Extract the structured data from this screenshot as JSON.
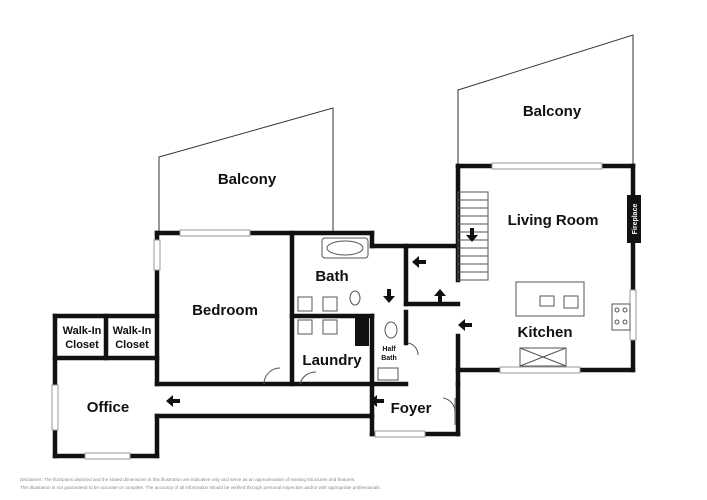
{
  "rooms": {
    "balcony_left": "Balcony",
    "balcony_right": "Balcony",
    "bedroom": "Bedroom",
    "bath": "Bath",
    "living_room": "Living Room",
    "fireplace": "Fireplace",
    "kitchen": "Kitchen",
    "walk_in_closet_1_line1": "Walk-In",
    "walk_in_closet_1_line2": "Closet",
    "walk_in_closet_2_line1": "Walk-In",
    "walk_in_closet_2_line2": "Closet",
    "half_bath_line1": "Half",
    "half_bath_line2": "Bath",
    "laundry": "Laundry",
    "office": "Office",
    "foyer": "Foyer"
  },
  "disclaimer": {
    "line1": "Disclaimer: The floorplans depicted and the stated dimensions in this illustration are indicative only and serve as an approximation of existing structures and features.",
    "line2": "This illustration is not guaranteed to be accurate or complete. The accuracy of all information should be verified through personal inspection and/or with appropriate professionals."
  },
  "icons": [
    "arrow-left-icon",
    "arrow-down-icon",
    "arrow-up-icon",
    "sink-icon",
    "toilet-icon",
    "bathtub-icon",
    "stove-icon",
    "door-swing-icon"
  ]
}
